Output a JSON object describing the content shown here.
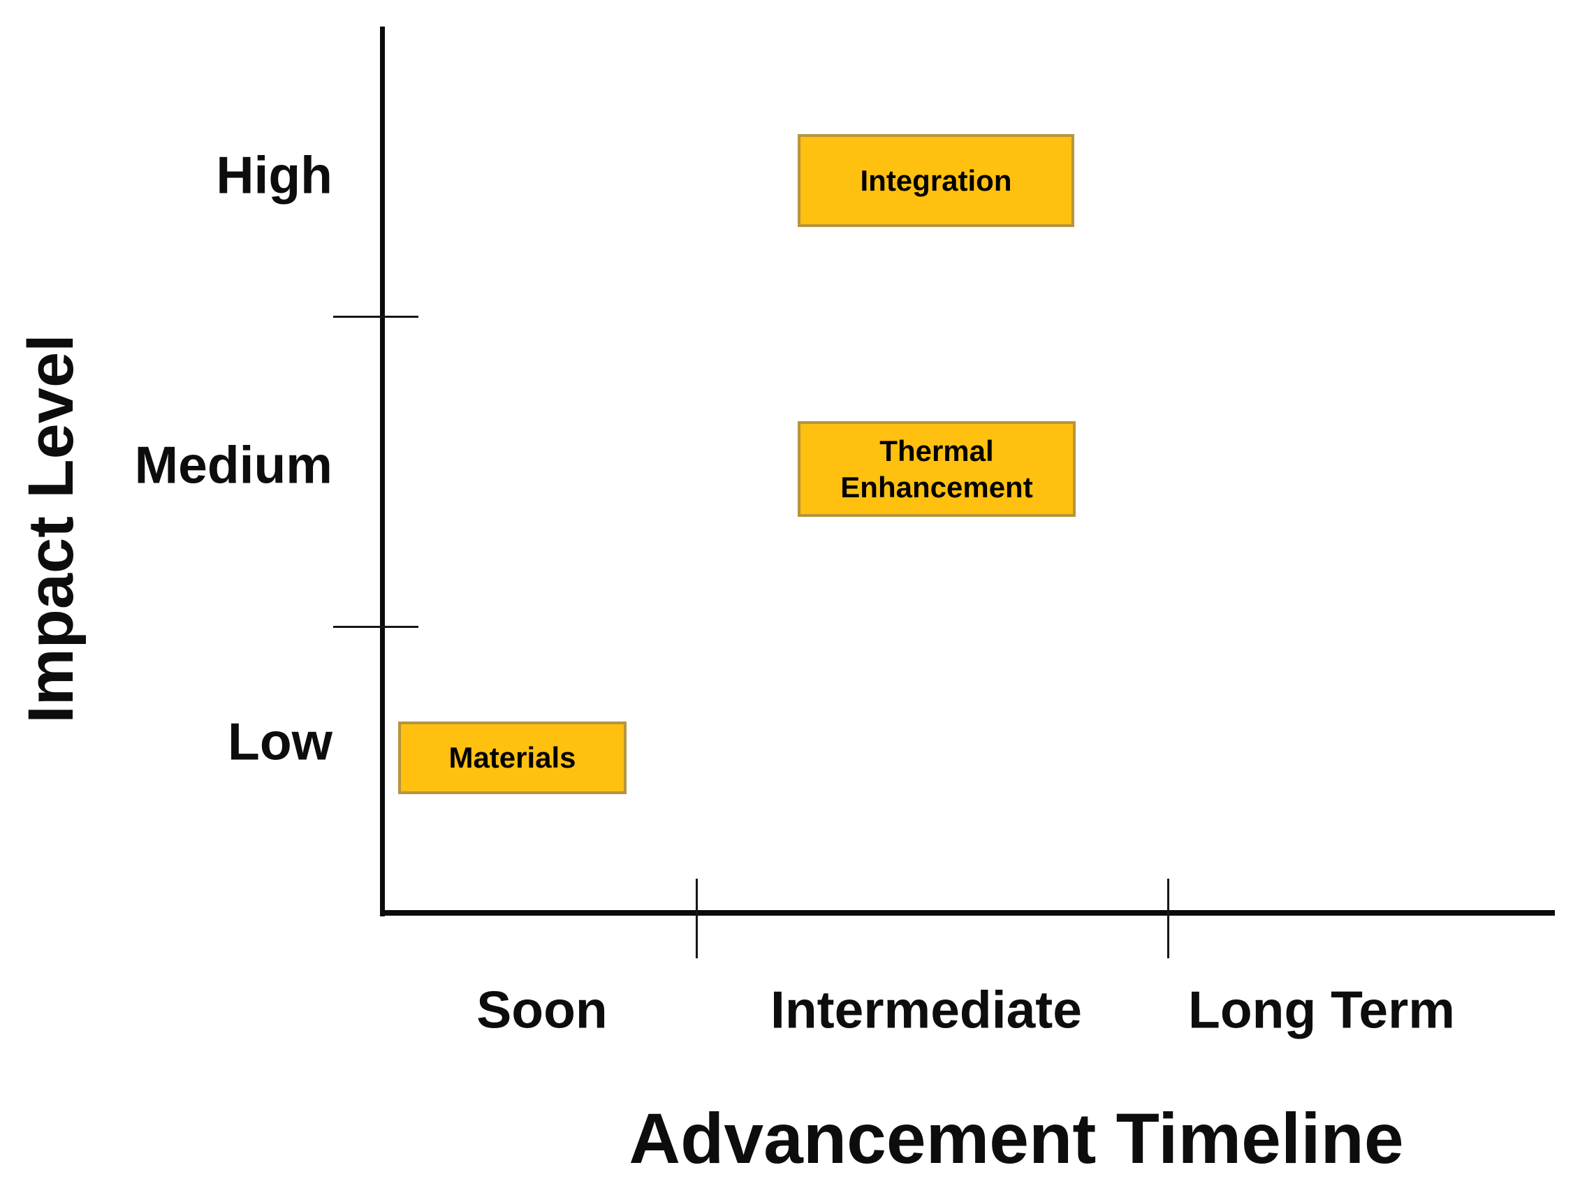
{
  "chart_data": {
    "type": "scatter",
    "xlabel": "Advancement Timeline",
    "ylabel": "Impact Level",
    "x_categories": [
      "Soon",
      "Intermediate",
      "Long Term"
    ],
    "y_categories": [
      "Low",
      "Medium",
      "High"
    ],
    "points": [
      {
        "label": "Integration",
        "x": "Intermediate",
        "y": "High"
      },
      {
        "label": "Thermal Enhancement",
        "x": "Intermediate",
        "y": "Medium"
      },
      {
        "label": "Materials",
        "x": "Soon",
        "y": "Low"
      }
    ],
    "grid": false,
    "legend": false,
    "marker_style": {
      "fill": "#FFC010",
      "border": "#B5953E",
      "text_color": "#000000"
    },
    "axis_color": "#0b0b0b",
    "background": "#FFFFFF"
  }
}
